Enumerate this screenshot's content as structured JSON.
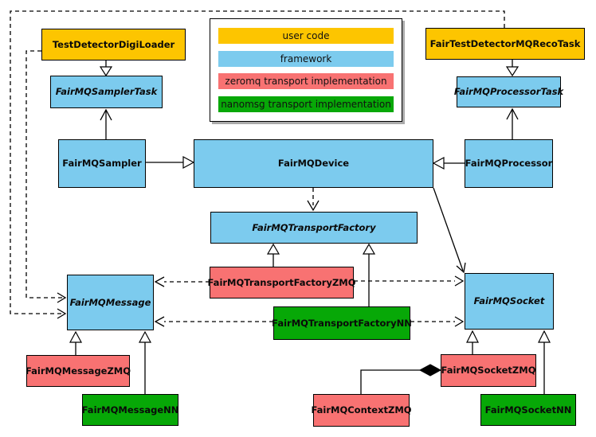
{
  "diagram": {
    "type": "uml-class-diagram",
    "subject": "FairMQ device / transport class hierarchy",
    "colors": {
      "user_code": "#FDC500",
      "framework": "#7CCBEE",
      "zeromq": "#F87272",
      "nanomsg": "#07A807",
      "background": "#FFFFFF",
      "line": "#000000"
    },
    "legend": {
      "items": [
        {
          "label": "user code",
          "color": "#FDC500"
        },
        {
          "label": "framework",
          "color": "#7CCBEE"
        },
        {
          "label": "zeromq transport implementation",
          "color": "#F87272"
        },
        {
          "label": "nanomsg transport implementation",
          "color": "#07A807"
        }
      ]
    },
    "nodes": [
      {
        "label": "TestDetectorDigiLoader",
        "category": "user code",
        "abstract": false
      },
      {
        "label": "FairTestDetectorMQRecoTask",
        "category": "user code",
        "abstract": false
      },
      {
        "label": "FairMQSamplerTask",
        "category": "framework",
        "abstract": true
      },
      {
        "label": "FairMQProcessorTask",
        "category": "framework",
        "abstract": true
      },
      {
        "label": "FairMQSampler",
        "category": "framework",
        "abstract": false
      },
      {
        "label": "FairMQDevice",
        "category": "framework",
        "abstract": false
      },
      {
        "label": "FairMQProcessor",
        "category": "framework",
        "abstract": false
      },
      {
        "label": "FairMQTransportFactory",
        "category": "framework",
        "abstract": true
      },
      {
        "label": "FairMQTransportFactoryZMQ",
        "category": "zeromq",
        "abstract": false
      },
      {
        "label": "FairMQTransportFactoryNN",
        "category": "nanomsg",
        "abstract": false
      },
      {
        "label": "FairMQMessage",
        "category": "framework",
        "abstract": true
      },
      {
        "label": "FairMQSocket",
        "category": "framework",
        "abstract": true
      },
      {
        "label": "FairMQMessageZMQ",
        "category": "zeromq",
        "abstract": false
      },
      {
        "label": "FairMQMessageNN",
        "category": "nanomsg",
        "abstract": false
      },
      {
        "label": "FairMQContextZMQ",
        "category": "zeromq",
        "abstract": false
      },
      {
        "label": "FairMQSocketZMQ",
        "category": "zeromq",
        "abstract": false
      },
      {
        "label": "FairMQSocketNN",
        "category": "nanomsg",
        "abstract": false
      }
    ],
    "edges": [
      {
        "from": "FairTestDetectorMQRecoTask",
        "to": "FairMQMessage",
        "type": "dependency",
        "style": "dashed"
      },
      {
        "from": "TestDetectorDigiLoader",
        "to": "FairMQMessage",
        "type": "dependency",
        "style": "dashed"
      },
      {
        "from": "TestDetectorDigiLoader",
        "to": "FairMQSamplerTask",
        "type": "inheritance",
        "style": "solid"
      },
      {
        "from": "FairMQSampler",
        "to": "FairMQSamplerTask",
        "type": "association",
        "style": "solid"
      },
      {
        "from": "FairMQSampler",
        "to": "FairMQDevice",
        "type": "inheritance",
        "style": "solid"
      },
      {
        "from": "FairTestDetectorMQRecoTask",
        "to": "FairMQProcessorTask",
        "type": "inheritance",
        "style": "solid"
      },
      {
        "from": "FairMQProcessor",
        "to": "FairMQProcessorTask",
        "type": "association",
        "style": "solid"
      },
      {
        "from": "FairMQProcessor",
        "to": "FairMQDevice",
        "type": "inheritance",
        "style": "solid"
      },
      {
        "from": "FairMQDevice",
        "to": "FairMQTransportFactory",
        "type": "dependency",
        "style": "dashed"
      },
      {
        "from": "FairMQDevice",
        "to": "FairMQSocket",
        "type": "association",
        "style": "solid"
      },
      {
        "from": "FairMQTransportFactoryZMQ",
        "to": "FairMQTransportFactory",
        "type": "inheritance",
        "style": "solid"
      },
      {
        "from": "FairMQTransportFactoryNN",
        "to": "FairMQTransportFactory",
        "type": "inheritance",
        "style": "solid"
      },
      {
        "from": "FairMQTransportFactoryZMQ",
        "to": "FairMQMessage",
        "type": "dependency",
        "style": "dashed"
      },
      {
        "from": "FairMQTransportFactoryZMQ",
        "to": "FairMQSocket",
        "type": "dependency",
        "style": "dashed"
      },
      {
        "from": "FairMQTransportFactoryNN",
        "to": "FairMQMessage",
        "type": "dependency",
        "style": "dashed"
      },
      {
        "from": "FairMQTransportFactoryNN",
        "to": "FairMQSocket",
        "type": "dependency",
        "style": "dashed"
      },
      {
        "from": "FairMQMessageZMQ",
        "to": "FairMQMessage",
        "type": "inheritance",
        "style": "solid"
      },
      {
        "from": "FairMQMessageNN",
        "to": "FairMQMessage",
        "type": "inheritance",
        "style": "solid"
      },
      {
        "from": "FairMQSocketZMQ",
        "to": "FairMQSocket",
        "type": "inheritance",
        "style": "solid"
      },
      {
        "from": "FairMQSocketNN",
        "to": "FairMQSocket",
        "type": "inheritance",
        "style": "solid"
      },
      {
        "from": "FairMQContextZMQ",
        "to": "FairMQSocketZMQ",
        "type": "composition",
        "style": "solid"
      }
    ]
  }
}
